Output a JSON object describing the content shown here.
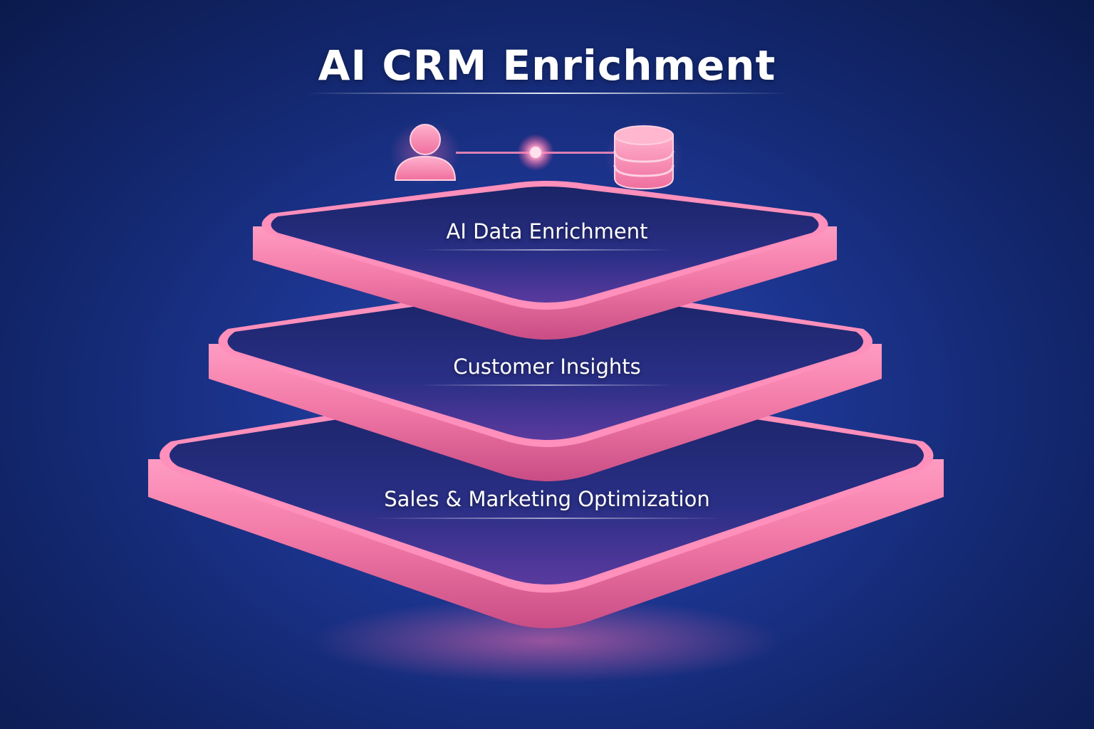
{
  "title": "AI CRM Enrichment",
  "icons": [
    "user-icon",
    "connector-icon",
    "database-icon"
  ],
  "tiers": [
    {
      "label": "AI Data Enrichment"
    },
    {
      "label": "Customer Insights"
    },
    {
      "label": "Sales & Marketing Optimization"
    }
  ],
  "colors": {
    "background": "#1c3590",
    "accent": "#f07aa8",
    "accent_light": "#ffb3cf",
    "face": "#1a2670",
    "text": "#ffffff"
  }
}
